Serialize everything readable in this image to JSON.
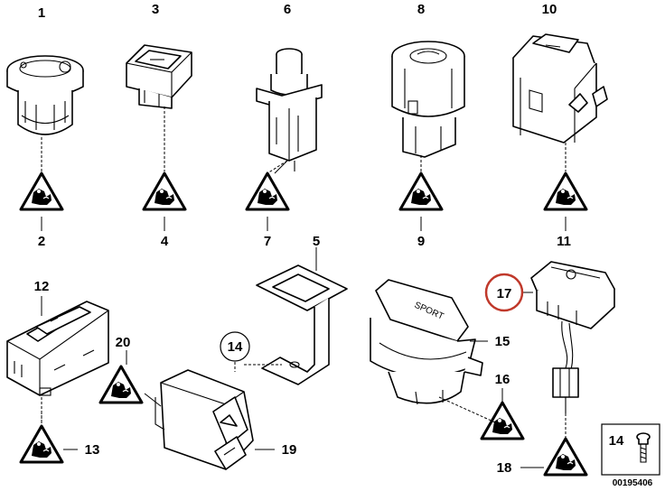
{
  "parts": [
    {
      "id": "2",
      "label": "2"
    },
    {
      "id": "3",
      "label": "3"
    },
    {
      "id": "4",
      "label": "4"
    },
    {
      "id": "5",
      "label": "5"
    },
    {
      "id": "6",
      "label": "6"
    },
    {
      "id": "7",
      "label": "7"
    },
    {
      "id": "8",
      "label": "8"
    },
    {
      "id": "9",
      "label": "9"
    },
    {
      "id": "10",
      "label": "10"
    },
    {
      "id": "11",
      "label": "11"
    },
    {
      "id": "12",
      "label": "12"
    },
    {
      "id": "13",
      "label": "13"
    },
    {
      "id": "14",
      "label": "14"
    },
    {
      "id": "15",
      "label": "15"
    },
    {
      "id": "16",
      "label": "16"
    },
    {
      "id": "17",
      "label": "17"
    },
    {
      "id": "18",
      "label": "18"
    },
    {
      "id": "19",
      "label": "19"
    },
    {
      "id": "20",
      "label": "20"
    }
  ],
  "labels": {
    "sport_button_text": "SPORT",
    "inset_part_number": "14",
    "drawing_number": "00195406",
    "highlight_color": "#c0392b"
  }
}
